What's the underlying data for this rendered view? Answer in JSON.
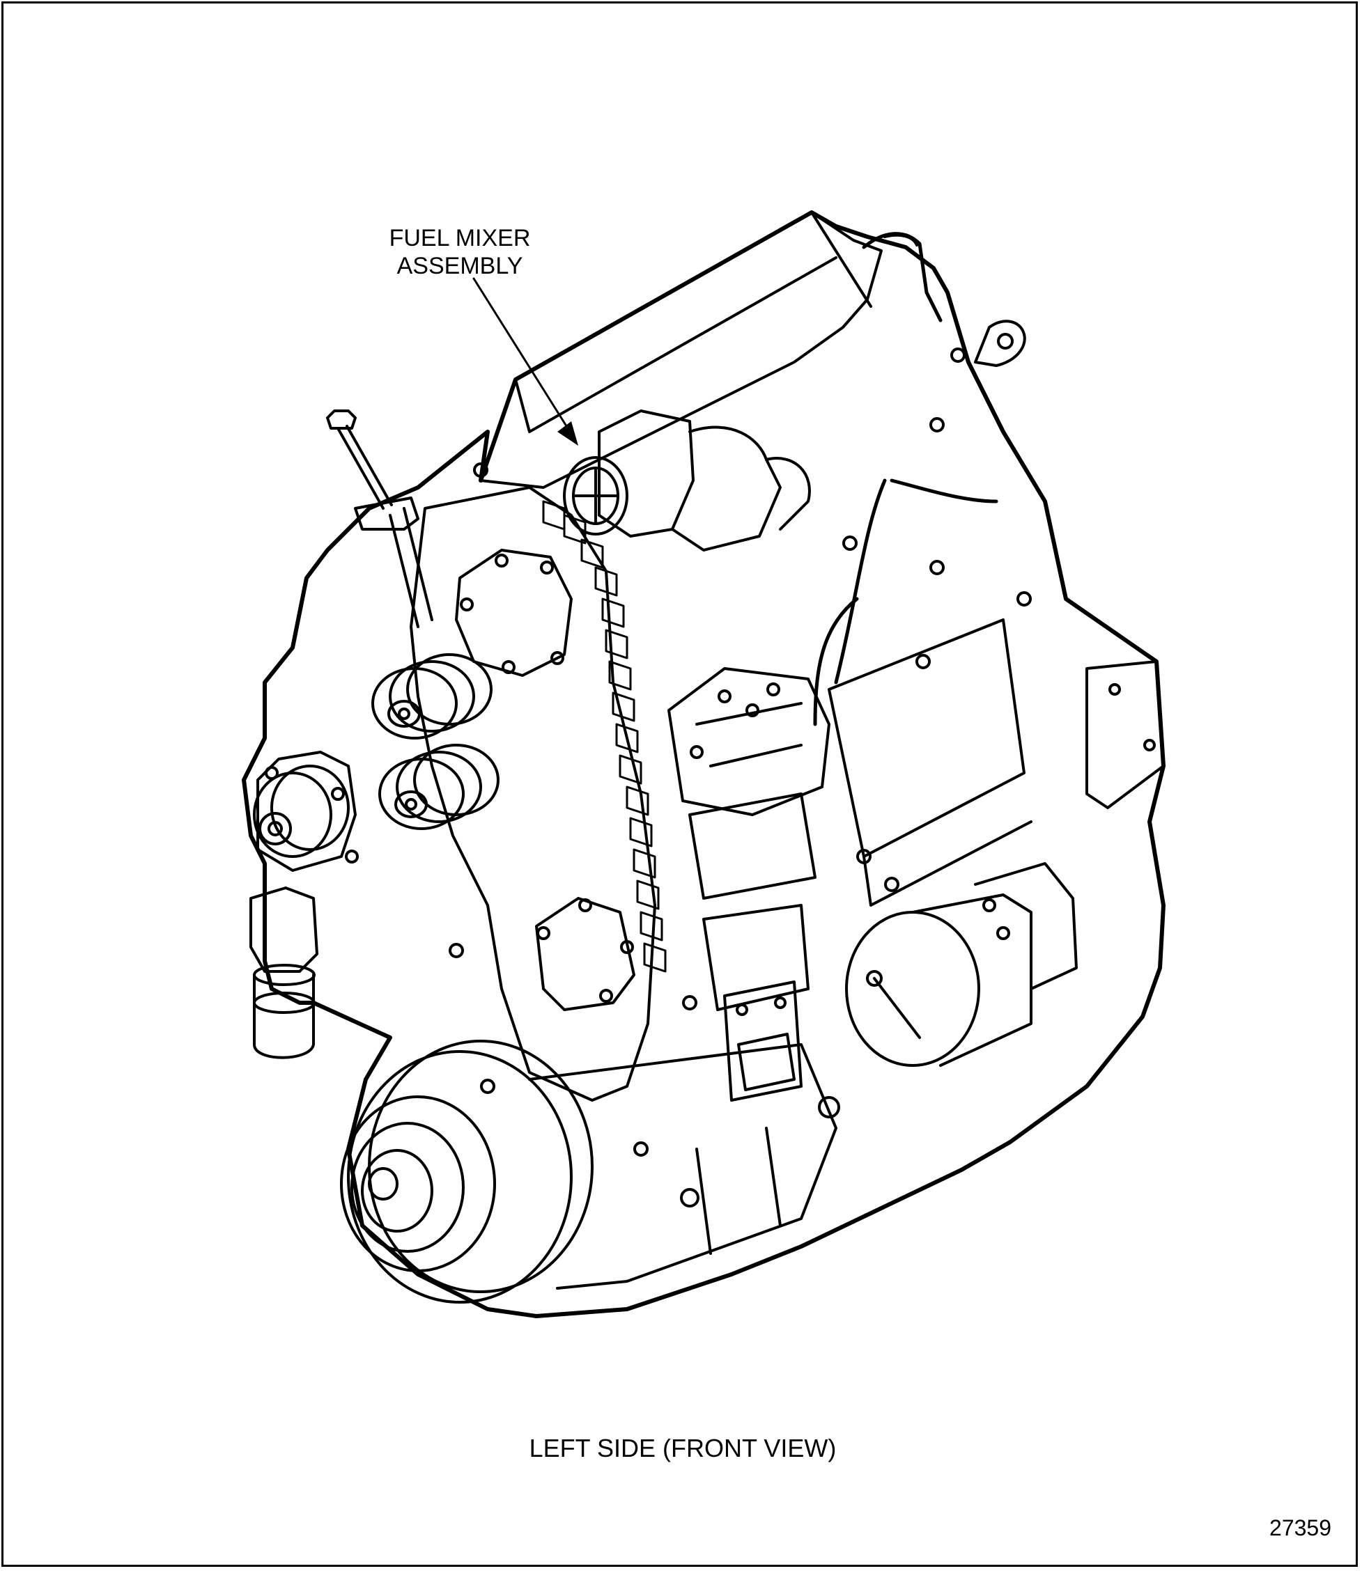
{
  "figure": {
    "callout": {
      "line1": "FUEL MIXER",
      "line2": "ASSEMBLY"
    },
    "caption": "LEFT SIDE (FRONT VIEW)",
    "figure_number": "27359"
  },
  "colors": {
    "ink": "#000000",
    "paper": "#ffffff"
  }
}
